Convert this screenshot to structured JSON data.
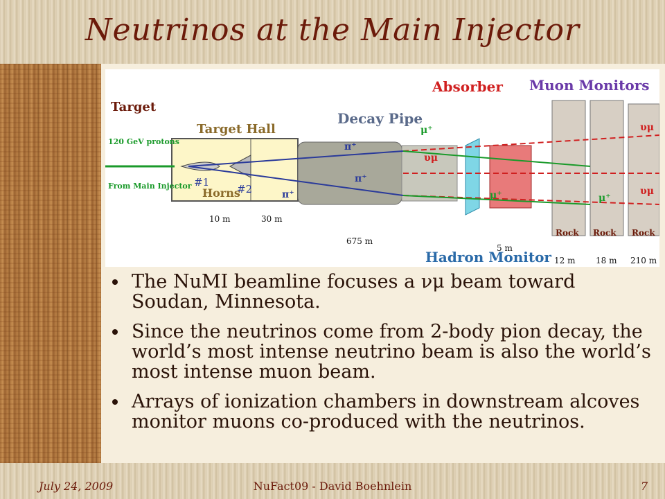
{
  "slide": {
    "title": "Neutrinos at the Main Injector",
    "footer_date": "July 24, 2009",
    "footer_center": "NuFact09 - David Boehnlein",
    "page_number": "7"
  },
  "diagram": {
    "labels": {
      "target": "Target",
      "beam": "120 GeV protons",
      "from": "From Main Injector",
      "target_hall": "Target Hall",
      "horn1": "#1",
      "horn2": "#2",
      "horns": "Horns",
      "decay_pipe": "Decay Pipe",
      "absorber": "Absorber",
      "muon_monitors": "Muon Monitors",
      "hadron_monitor": "Hadron Monitor",
      "rock1": "Rock",
      "rock2": "Rock",
      "rock3": "Rock",
      "pi_plus_1": "π⁺",
      "pi_plus_2": "π⁺",
      "pi_plus_3": "π⁺",
      "mu_plus_1": "μ⁺",
      "mu_plus_2": "μ⁺",
      "mu_plus_3": "μ⁺",
      "nu_mu_1": "υμ",
      "nu_mu_2": "υμ",
      "nu_mu_3": "υμ"
    },
    "dimensions": [
      "10 m",
      "30 m",
      "675 m",
      "5 m",
      "12 m",
      "18 m",
      "210 m"
    ]
  },
  "bullets": [
    "The NuMI beamline focuses a νμ beam toward Soudan, Minnesota.",
    "Since the neutrinos come from 2-body pion decay, the world’s most intense neutrino beam is also the world’s most intense muon beam.",
    "Arrays of ionization chambers in downstream alcoves monitor muons co-produced with the neutrinos."
  ],
  "colors": {
    "title": "#6b1a0a",
    "beam_green": "#1a9a2a",
    "pion_blue": "#2a3a9a",
    "label_red": "#d02020",
    "monitor_purple": "#6a3aa8"
  }
}
